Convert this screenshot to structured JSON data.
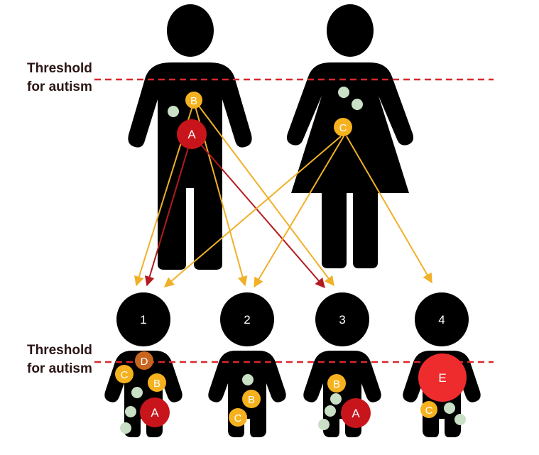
{
  "threshold_label": {
    "line1": "Threshold",
    "line2": "for autism"
  },
  "colors": {
    "silhouette": "#000000",
    "threshold_line": "#d8282d",
    "factor_a": "#c8151c",
    "factor_b": "#f5b21e",
    "factor_c": "#f5b21e",
    "factor_d": "#c8651f",
    "factor_e": "#ee2c2e",
    "minor_factor": "#c9dfc6",
    "arrow_yellow": "#f0b028",
    "arrow_red": "#b31b1f"
  },
  "parents": [
    {
      "id": "father",
      "factors": [
        "B",
        "A"
      ]
    },
    {
      "id": "mother",
      "factors": [
        "C"
      ]
    }
  ],
  "children": [
    {
      "label": "1",
      "factors": [
        "D",
        "C",
        "B",
        "A"
      ]
    },
    {
      "label": "2",
      "factors": [
        "B",
        "C"
      ]
    },
    {
      "label": "3",
      "factors": [
        "B",
        "A"
      ]
    },
    {
      "label": "4",
      "factors": [
        "E",
        "C"
      ]
    }
  ],
  "factor_letters": {
    "A": "A",
    "B": "B",
    "C": "C",
    "D": "D",
    "E": "E"
  }
}
